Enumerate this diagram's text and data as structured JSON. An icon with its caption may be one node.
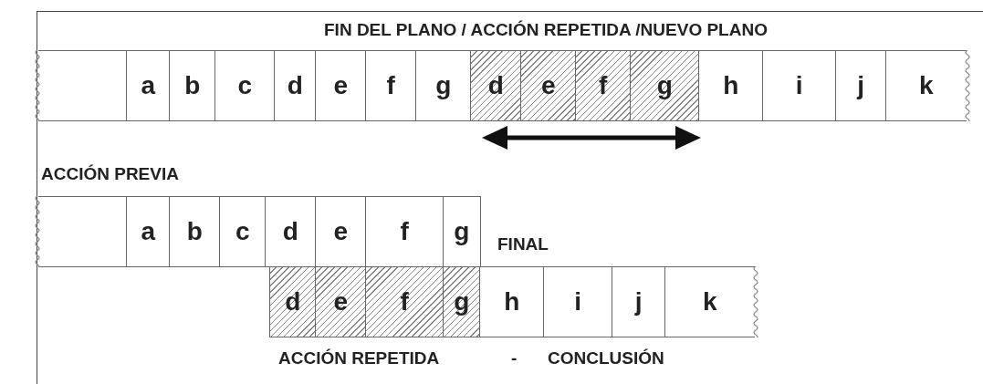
{
  "diagram": {
    "nodes": [
      {
        "text": [],
        "shape": "box"
      },
      {
        "text": [
          "a"
        ]
      },
      {
        "text": [
          "b"
        ]
      },
      {
        "text": [
          "c"
        ]
      },
      {
        "text": [
          "d"
        ]
      },
      {
        "text": [
          "e"
        ]
      },
      {
        "text": [
          "f"
        ]
      },
      {
        "text": [
          "g"
        ]
      },
      {
        "text": [
          "d"
        ]
      },
      {
        "text": [
          "e"
        ]
      },
      {
        "text": [
          "f"
        ]
      },
      {
        "text": [
          "g"
        ]
      },
      {
        "text": [
          "h"
        ]
      },
      {
        "text": [
          "i"
        ]
      },
      {
        "text": [
          "j"
        ]
      },
      {
        "text": [
          "k"
        ]
      },
      {
        "text": [],
        "shape": "box"
      },
      {
        "text": [
          "a"
        ]
      },
      {
        "text": [
          "b"
        ]
      },
      {
        "text": [
          "c"
        ]
      },
      {
        "text": [
          "d"
        ]
      },
      {
        "text": [
          "e"
        ]
      },
      {
        "text": [
          "f"
        ]
      },
      {
        "text": [
          "g"
        ]
      },
      {
        "text": [
          "d"
        ]
      },
      {
        "text": [
          "e"
        ]
      },
      {
        "text": [
          "f"
        ]
      },
      {
        "text": [
          "g"
        ]
      },
      {
        "text": [
          "h"
        ]
      },
      {
        "text": [
          "i"
        ]
      },
      {
        "text": [
          "j"
        ]
      },
      {
        "text": [
          "k"
        ]
      }
    ],
    "labels": [
      "FIN DEL PLANO / ACCIÓN REPETIDA /NUEVO PLANO",
      "ACCIÓN PREVIA",
      "FINAL",
      "ACCIÓN REPETIDA",
      "-",
      "CONCLUSIÓN"
    ]
  }
}
